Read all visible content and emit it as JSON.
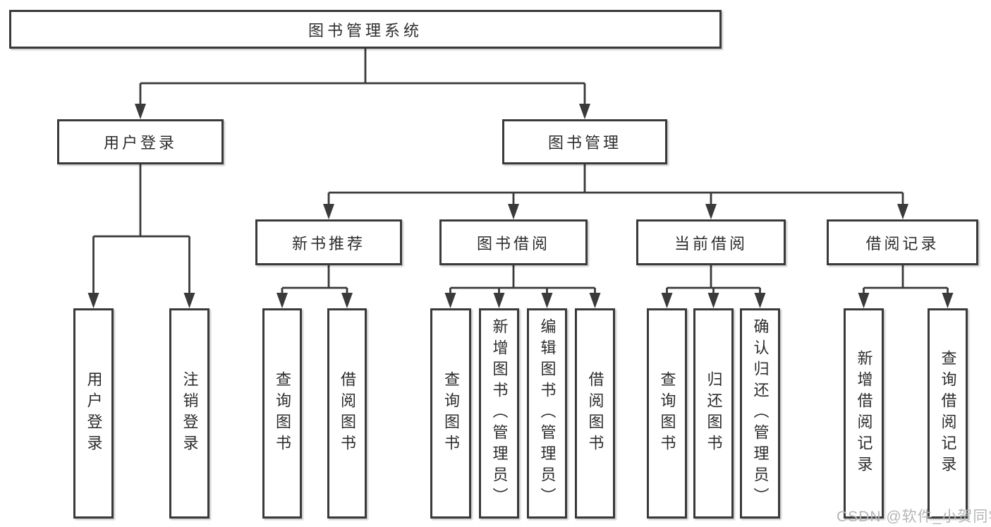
{
  "diagram": {
    "type": "hierarchy-tree",
    "root": {
      "label": "图书管理系统"
    },
    "branches": [
      {
        "label": "用户登录",
        "children": [
          {
            "label": "用户登录"
          },
          {
            "label": "注销登录"
          }
        ]
      },
      {
        "label": "图书管理",
        "children": [
          {
            "label": "新书推荐",
            "children": [
              {
                "label": "查询图书"
              },
              {
                "label": "借阅图书"
              }
            ]
          },
          {
            "label": "图书借阅",
            "children": [
              {
                "label": "查询图书"
              },
              {
                "label": "新增图书（管理员）"
              },
              {
                "label": "编辑图书（管理员）"
              },
              {
                "label": "借阅图书"
              }
            ]
          },
          {
            "label": "当前借阅",
            "children": [
              {
                "label": "查询图书"
              },
              {
                "label": "归还图书"
              },
              {
                "label": "确认归还（管理员）"
              }
            ]
          },
          {
            "label": "借阅记录",
            "children": [
              {
                "label": "新增借阅记录"
              },
              {
                "label": "查询借阅记录"
              }
            ]
          }
        ]
      }
    ]
  },
  "watermark": {
    "text": "CSDN @软件_小贺同学"
  },
  "colors": {
    "line": "#3a3a3a",
    "box_border": "#3a3a3a",
    "box_fill": "#ffffff",
    "text": "#2d2d2d",
    "watermark": "#b4b5b7",
    "background": "#ffffff"
  }
}
